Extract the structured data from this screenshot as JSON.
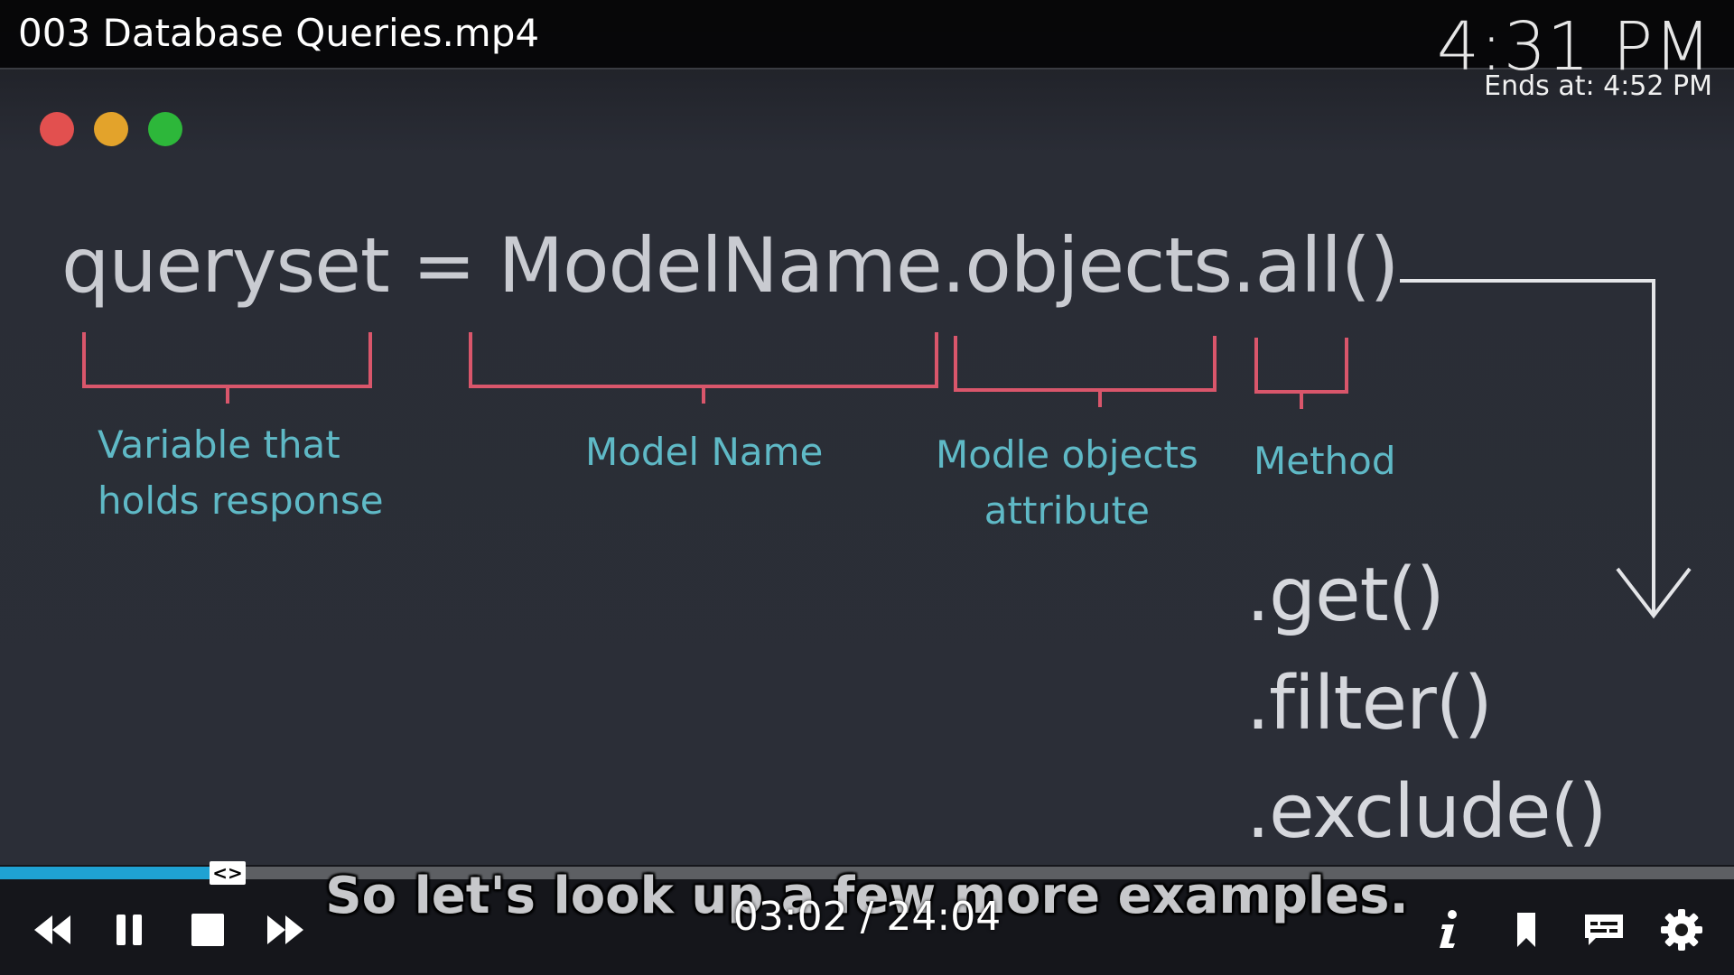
{
  "osd": {
    "title": "003 Database Queries.mp4",
    "clock": "4:31 PM",
    "ends_at": "Ends at: 4:52 PM",
    "time_display": "03:02 / 24:04",
    "subtitle": "So let's look up a few more examples.",
    "progress": 0.126,
    "accent_color": "#1fa2d3",
    "seek_handle_glyph": "<>",
    "controls": {
      "left": [
        "rewind-icon",
        "pause-icon",
        "stop-icon",
        "fast-forward-icon"
      ],
      "right": [
        "info-icon",
        "bookmark-icon",
        "subtitles-icon",
        "settings-icon"
      ]
    }
  },
  "slide": {
    "code": "queryset = ModelName.objects.all()",
    "labels": {
      "variable_line1": "Variable that",
      "variable_line2": "holds response",
      "model": "Model Name",
      "objects_line1": "Modle objects",
      "objects_line2": "attribute",
      "method": "Method"
    },
    "methods": [
      ".get()",
      ".filter()",
      ".exclude()"
    ],
    "window_dots": [
      "#e2504f",
      "#e3a32b",
      "#2db73a"
    ]
  }
}
